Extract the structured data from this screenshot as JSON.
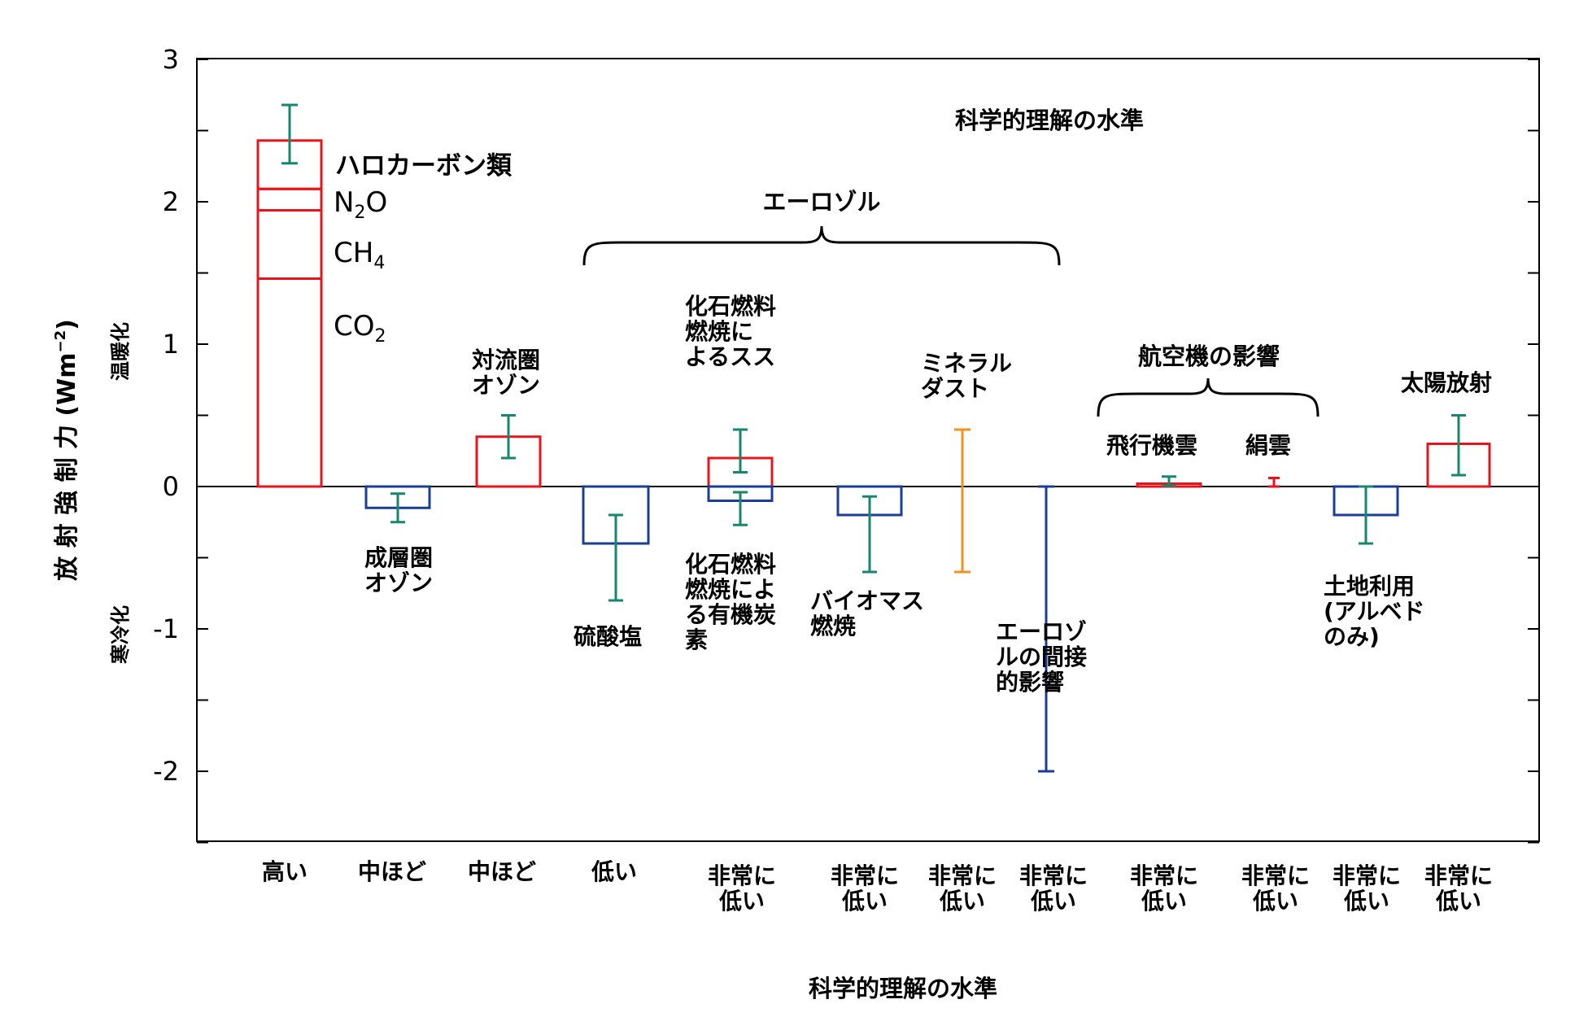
{
  "chart_data": {
    "type": "bar",
    "title": "科学的理解の水準",
    "ylabel": "放 射 強 制 力 (Wm",
    "ylabel_sup": "−2",
    "warming_label": "温暖化",
    "cooling_label": "寒冷化",
    "xlabel": "科学的理解の水準",
    "ylim": [
      -2.5,
      3
    ],
    "yticks": [
      {
        "v": 3,
        "t": "3"
      },
      {
        "v": 2,
        "t": "2"
      },
      {
        "v": 1,
        "t": "1"
      },
      {
        "v": 0,
        "t": "0"
      },
      {
        "v": -1,
        "t": "-1"
      },
      {
        "v": -2,
        "t": "-2"
      }
    ],
    "colors": {
      "warming": "#e8141c",
      "cooling": "#1a3e96",
      "error": "#16876e",
      "dust": "#f0921e",
      "indirect": "#1a3e96"
    },
    "stacked": {
      "segments": [
        {
          "name": "CO2",
          "value": 1.46
        },
        {
          "name": "CH4",
          "value": 0.48
        },
        {
          "name": "N2O",
          "value": 0.15
        },
        {
          "name": "ハロカーボン類",
          "value": 0.34
        }
      ],
      "error": [
        2.27,
        2.68
      ]
    },
    "species_labels": {
      "halocarbon": "ハロカーボン類",
      "n2o": "N",
      "n2o_sub": "2",
      "n2o_tail": "O",
      "ch4": "CH",
      "ch4_sub": "4",
      "co2": "CO",
      "co2_sub": "2"
    },
    "bars": [
      {
        "id": "strat-ozone",
        "label": [
          "成層圏",
          "オゾン"
        ],
        "value": -0.15,
        "error": [
          -0.25,
          -0.05
        ],
        "color": "cooling"
      },
      {
        "id": "trop-ozone",
        "label": [
          "対流圏",
          "オゾン"
        ],
        "value": 0.35,
        "error": [
          0.2,
          0.5
        ],
        "color": "warming"
      },
      {
        "id": "sulfate",
        "label": [
          "硫酸塩"
        ],
        "value": -0.4,
        "error": [
          -0.8,
          -0.2
        ],
        "color": "cooling"
      },
      {
        "id": "fossil-bc",
        "label": [
          "化石燃料",
          "燃焼に",
          "よるスス"
        ],
        "value": 0.2,
        "error": [
          0.1,
          0.4
        ],
        "color": "warming"
      },
      {
        "id": "fossil-oc",
        "label": [
          "化石燃料",
          "燃焼によ",
          "る有機炭",
          "素"
        ],
        "value": -0.1,
        "error": [
          -0.27,
          -0.04
        ],
        "color": "cooling"
      },
      {
        "id": "biomass",
        "label": [
          "バイオマス",
          "燃焼"
        ],
        "value": -0.2,
        "error": [
          -0.6,
          -0.07
        ],
        "color": "cooling"
      },
      {
        "id": "mineral-dust",
        "label": [
          "ミネラル",
          "ダスト"
        ],
        "value": null,
        "error": [
          -0.6,
          0.4
        ],
        "color": "dust"
      },
      {
        "id": "indirect",
        "label": [
          "エーロゾ",
          "ルの間接",
          "的影響"
        ],
        "value": null,
        "error": [
          -2.0,
          0.0
        ],
        "color": "indirect"
      },
      {
        "id": "contrails",
        "label": [
          "飛行機雲"
        ],
        "value": 0.02,
        "error": [
          0.005,
          0.07
        ],
        "color": "warming"
      },
      {
        "id": "cirrus",
        "label": [
          "絹雲"
        ],
        "value": null,
        "error": [
          0.0,
          0.06
        ],
        "color": "warming"
      },
      {
        "id": "land-use",
        "label": [
          "土地利用",
          "(アルベド",
          "のみ)"
        ],
        "value": -0.2,
        "error": [
          -0.4,
          0.0
        ],
        "color": "cooling"
      },
      {
        "id": "solar",
        "label": [
          "太陽放射"
        ],
        "value": 0.3,
        "error": [
          0.08,
          0.5
        ],
        "color": "warming"
      }
    ],
    "groups": [
      {
        "id": "aerosol",
        "label": "エーロゾル"
      },
      {
        "id": "aviation",
        "label": "航空機の影響"
      }
    ],
    "categories": [
      {
        "id": "ghg",
        "loss": [
          "高い"
        ]
      },
      {
        "id": "strat-ozone",
        "loss": [
          "中ほど"
        ]
      },
      {
        "id": "trop-ozone",
        "loss": [
          "中ほど"
        ]
      },
      {
        "id": "sulfate",
        "loss": [
          "低い"
        ]
      },
      {
        "id": "fossil",
        "loss": [
          "非常に",
          "低い"
        ]
      },
      {
        "id": "biomass",
        "loss": [
          "非常に",
          "低い"
        ]
      },
      {
        "id": "mineral-dust",
        "loss": [
          "非常に",
          "低い"
        ]
      },
      {
        "id": "indirect",
        "loss": [
          "非常に",
          "低い"
        ]
      },
      {
        "id": "contrails",
        "loss": [
          "非常に",
          "低い"
        ]
      },
      {
        "id": "cirrus",
        "loss": [
          "非常に",
          "低い"
        ]
      },
      {
        "id": "land-use",
        "loss": [
          "非常に",
          "低い"
        ]
      },
      {
        "id": "solar",
        "loss": [
          "非常に",
          "低い"
        ]
      }
    ]
  }
}
